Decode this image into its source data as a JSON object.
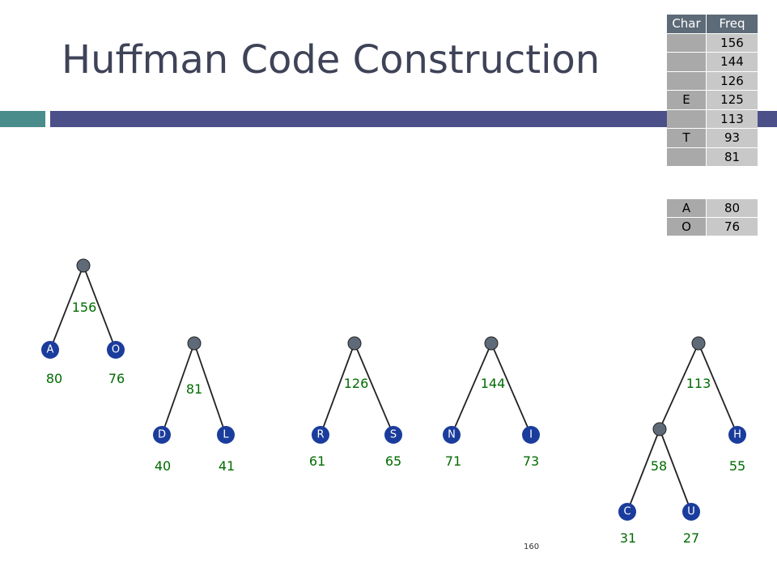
{
  "title": "Huffman Code Construction",
  "table": {
    "headers": {
      "char": "Char",
      "freq": "Freq"
    },
    "rows": [
      {
        "char": "",
        "freq": "156"
      },
      {
        "char": "",
        "freq": "144"
      },
      {
        "char": "",
        "freq": "126"
      },
      {
        "char": "E",
        "freq": "125"
      },
      {
        "char": "",
        "freq": "113"
      },
      {
        "char": "T",
        "freq": "93"
      },
      {
        "char": "",
        "freq": "81"
      }
    ],
    "rows2": [
      {
        "char": "A",
        "freq": "80"
      },
      {
        "char": "O",
        "freq": "76"
      }
    ]
  },
  "trees": {
    "t1": {
      "parent_weight": "156",
      "left": {
        "letter": "A",
        "weight": "80"
      },
      "right": {
        "letter": "O",
        "weight": "76"
      }
    },
    "t2": {
      "parent_weight": "81",
      "left": {
        "letter": "D",
        "weight": "40"
      },
      "right": {
        "letter": "L",
        "weight": "41"
      }
    },
    "t3": {
      "parent_weight": "126",
      "left": {
        "letter": "R",
        "weight": "61"
      },
      "right": {
        "letter": "S",
        "weight": "65"
      }
    },
    "t4": {
      "parent_weight": "144",
      "left": {
        "letter": "N",
        "weight": "71"
      },
      "right": {
        "letter": "I",
        "weight": "73"
      }
    },
    "t5": {
      "parent_weight": "113",
      "inner_weight": "58",
      "right": {
        "letter": "H",
        "weight": "55"
      },
      "inner_left": {
        "letter": "C",
        "weight": "31"
      },
      "inner_right": {
        "letter": "U",
        "weight": "27"
      }
    }
  },
  "colors": {
    "leaf_fill": "#1a3c9c",
    "internal_fill": "#5e6a78",
    "weight_text": "#006b00"
  },
  "page_number": "160"
}
